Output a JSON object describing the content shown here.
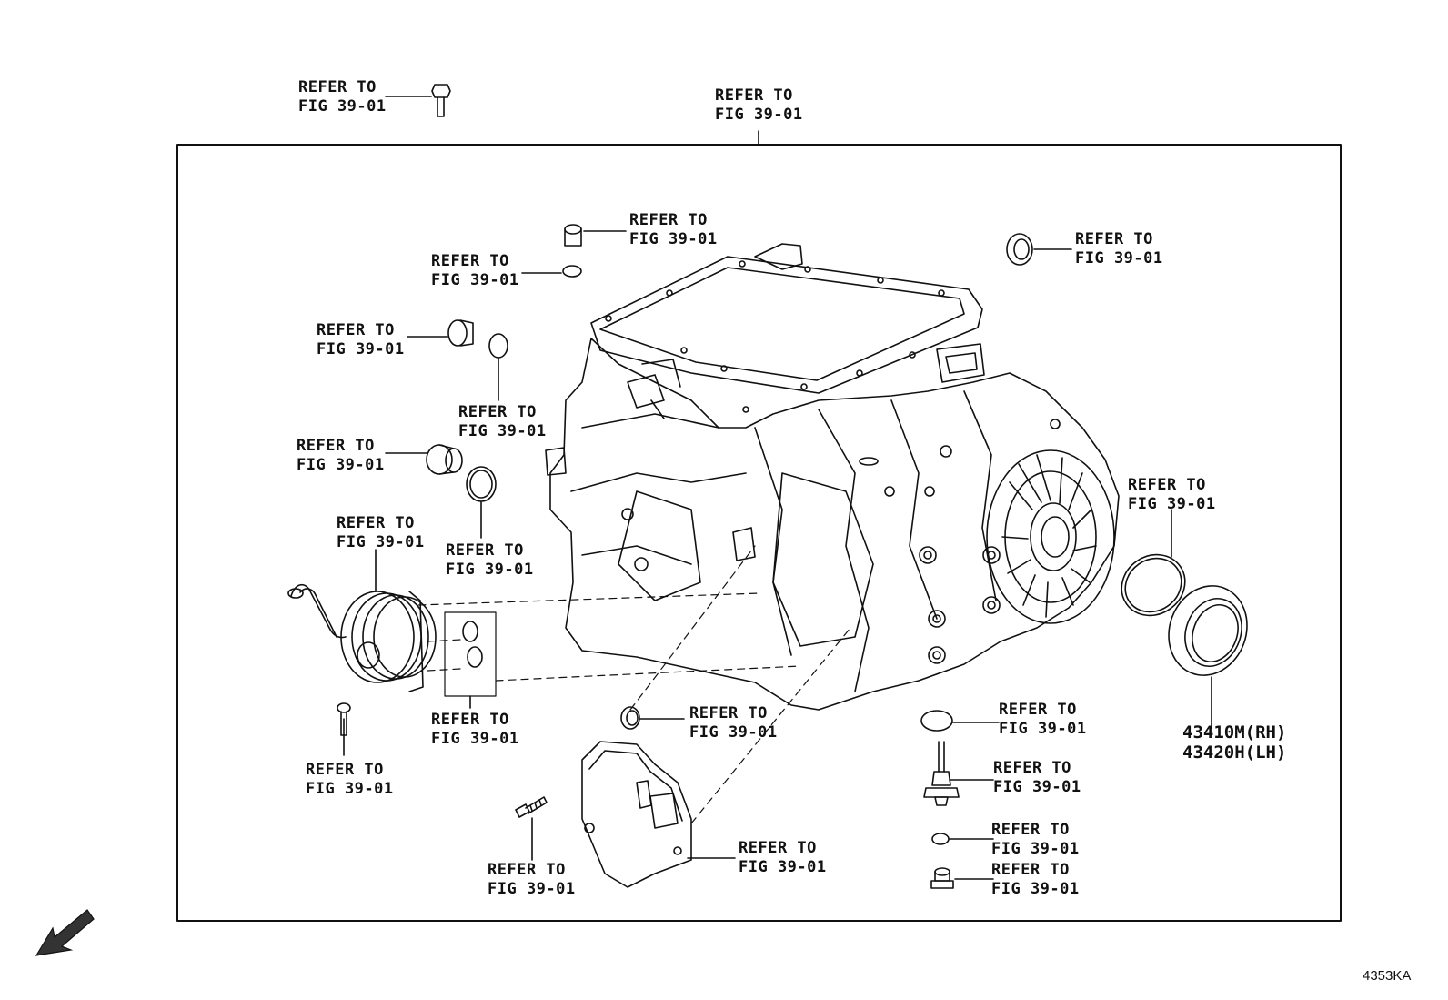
{
  "diagram": {
    "labels": [
      {
        "id": "bolt-top",
        "line1": "REFER TO",
        "line2": "FIG 39-01"
      },
      {
        "id": "case-top",
        "line1": "REFER TO",
        "line2": "FIG 39-01"
      },
      {
        "id": "plug-top",
        "line1": "REFER TO",
        "line2": "FIG 39-01"
      },
      {
        "id": "oring-top",
        "line1": "REFER TO",
        "line2": "FIG 39-01"
      },
      {
        "id": "seal-topright",
        "line1": "REFER TO",
        "line2": "FIG 39-01"
      },
      {
        "id": "plug-left1",
        "line1": "REFER TO",
        "line2": "FIG 39-01"
      },
      {
        "id": "oring-left1",
        "line1": "REFER TO",
        "line2": "FIG 39-01"
      },
      {
        "id": "plug-left2",
        "line1": "REFER TO",
        "line2": "FIG 39-01"
      },
      {
        "id": "oring-left2",
        "line1": "REFER TO",
        "line2": "FIG 39-01"
      },
      {
        "id": "cooler",
        "line1": "REFER TO",
        "line2": "FIG 39-01"
      },
      {
        "id": "orings-cooler",
        "line1": "REFER TO",
        "line2": "FIG 39-01"
      },
      {
        "id": "bolt-cooler",
        "line1": "REFER TO",
        "line2": "FIG 39-01"
      },
      {
        "id": "oring-right",
        "line1": "REFER TO",
        "line2": "FIG 39-01"
      },
      {
        "id": "seal-bottom",
        "line1": "REFER TO",
        "line2": "FIG 39-01"
      },
      {
        "id": "bolt-bottom",
        "line1": "REFER TO",
        "line2": "FIG 39-01"
      },
      {
        "id": "cover-bottom",
        "line1": "REFER TO",
        "line2": "FIG 39-01"
      },
      {
        "id": "gasket-br",
        "line1": "REFER TO",
        "line2": "FIG 39-01"
      },
      {
        "id": "dipstick-br",
        "line1": "REFER TO",
        "line2": "FIG 39-01"
      },
      {
        "id": "washer-br",
        "line1": "REFER TO",
        "line2": "FIG 39-01"
      },
      {
        "id": "drainplug-br",
        "line1": "REFER TO",
        "line2": "FIG 39-01"
      }
    ],
    "part_numbers": {
      "line1": "43410M(RH)",
      "line2": "43420H(LH)"
    },
    "fwd_label": "FWD",
    "figure_code": "4353KA"
  }
}
